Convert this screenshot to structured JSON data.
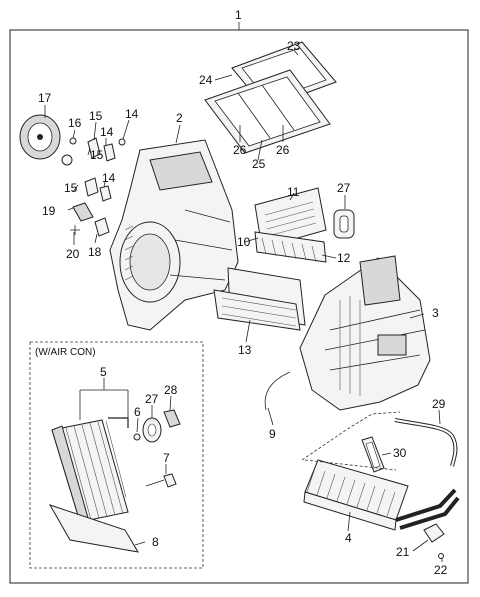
{
  "diagram": {
    "sub_assembly_label": "(W/AIR CON)",
    "callouts": {
      "p1": "1",
      "p2": "2",
      "p3": "3",
      "p4": "4",
      "p5": "5",
      "p6": "6",
      "p7": "7",
      "p8": "8",
      "p9": "9",
      "p10": "10",
      "p11": "11",
      "p12": "12",
      "p13": "13",
      "p14a": "14",
      "p14b": "14",
      "p14c": "14",
      "p15a": "15",
      "p15b": "15",
      "p15c": "15",
      "p16": "16",
      "p17": "17",
      "p18": "18",
      "p19": "19",
      "p20": "20",
      "p21": "21",
      "p22": "22",
      "p23": "23",
      "p24": "24",
      "p25": "25",
      "p26a": "26",
      "p26b": "26",
      "p27a": "27",
      "p27b": "27",
      "p28": "28",
      "p29": "29",
      "p30": "30"
    }
  }
}
